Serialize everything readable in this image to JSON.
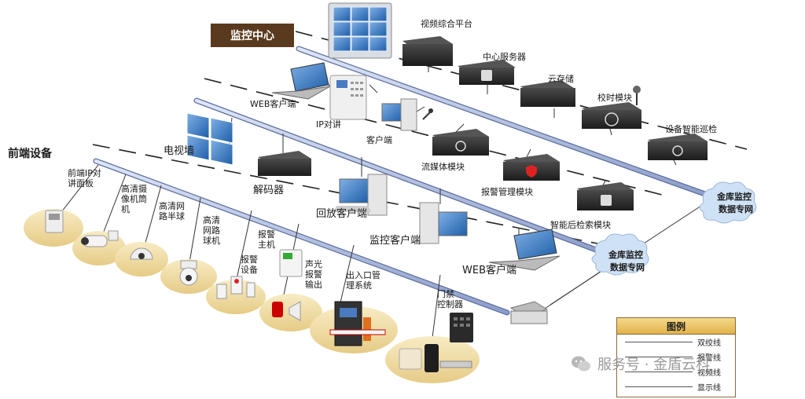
{
  "center_title": "监控中心",
  "front_title": "前端设备",
  "devices": {
    "video_platform": "视频综合平台",
    "center_server": "中心服务器",
    "cloud_storage": "云存储",
    "time_module": "校时模块",
    "smart_patrol": "设备智能巡检",
    "web_client_top": "WEB客户端",
    "ip_intercom": "IP对讲",
    "client": "客户端",
    "stream_module": "流媒体模块",
    "alarm_module": "报警管理模块",
    "smart_search": "智能后检索模块",
    "tv_wall": "电视墙",
    "decoder": "解码器",
    "playback_client": "回放客户端",
    "monitor_client": "监控客户端",
    "web_client_bottom": "WEB客户端",
    "private_net_1": "金库监控\n数据专网",
    "private_net_2": "金库监控\n数据专网"
  },
  "front_devices": {
    "ip_intercom_panel": "前端IP对\n讲面板",
    "hd_camera": "高清摄\n像机筒\n机",
    "hd_dome_half": "高清网\n路半球",
    "hd_dome_ball": "高清\n网路\n球机",
    "alarm_host": "报警\n主机",
    "alarm_device": "报警\n设备",
    "sound_light": "声光\n报警\n输出",
    "entry_exit": "出入口管\n理系统",
    "access_ctrl": "门禁\n控制器"
  },
  "legend": {
    "title": "图例",
    "items": [
      "双绞线",
      "报警线",
      "视频线",
      "显示线"
    ]
  },
  "watermark": "服务号 · 金盾云科",
  "colors": {
    "bus": "#aab6d8",
    "bus_edge": "#5b6e9e",
    "base": "#f0dca6",
    "cloud": "#cfe1f5",
    "title_bg": "#5a3a1e"
  }
}
